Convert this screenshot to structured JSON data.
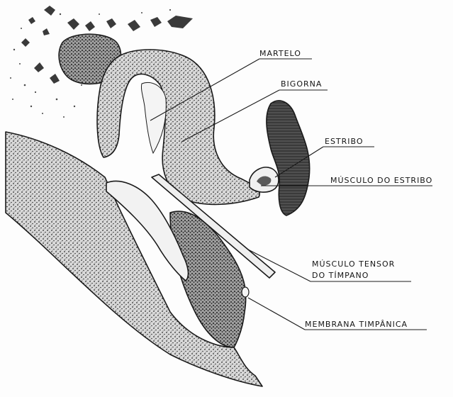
{
  "labels": {
    "martelo": "MARTELO",
    "bigorna": "BIGORNA",
    "estribo": "ESTRIBO",
    "musculo_estribo": "MÚSCULO DO ESTRIBO",
    "musculo_tensor_1": "MÚSCULO TENSOR",
    "musculo_tensor_2": "DO TÍMPANO",
    "membrana": "MEMBRANA TIMPÂNICA"
  },
  "colors": {
    "ink": "#1a1a1a",
    "paper": "#fdfdfd",
    "bone_fill": "#9a9a9a",
    "tissue_fill": "#c4c4c4",
    "dark_fill": "#4a4a4a"
  }
}
